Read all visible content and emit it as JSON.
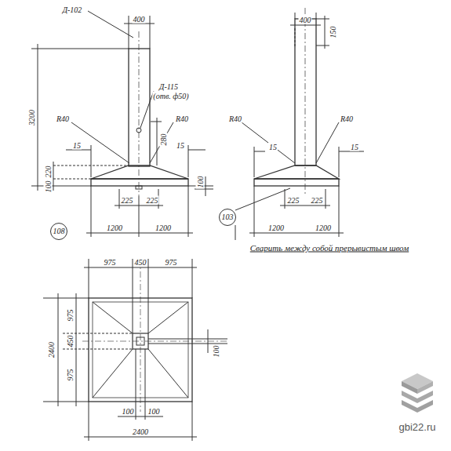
{
  "diagram": {
    "labels": [
      "Д-102",
      "400",
      "3200",
      "Д-115",
      "(отв. ф50)",
      "R40",
      "R40",
      "15",
      "15",
      "280",
      "220",
      "100",
      "100",
      "225",
      "225",
      "1200",
      "1200",
      "108",
      "400",
      "150",
      "R40",
      "R40",
      "15",
      "15",
      "225",
      "225",
      "1200",
      "1200",
      "103",
      "Сварить между собой прерывистым швом",
      "975",
      "450",
      "975",
      "2400",
      "975",
      "450",
      "975",
      "100",
      "100",
      "100",
      "2400",
      "gbi22.ru"
    ]
  }
}
